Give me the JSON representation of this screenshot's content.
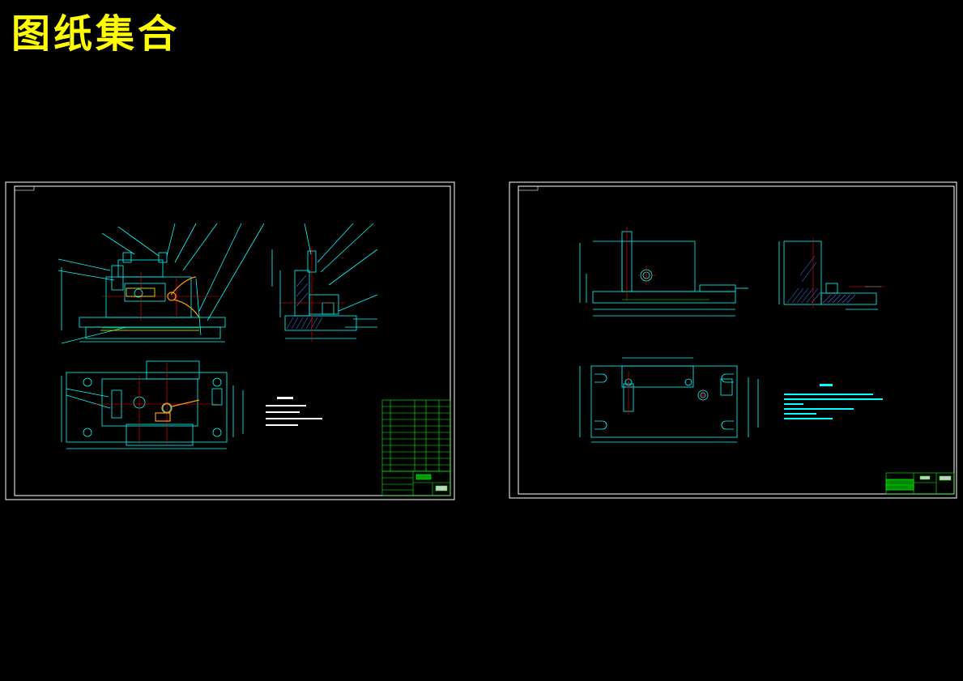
{
  "title": "图纸集合",
  "colors": {
    "background": "#000000",
    "title": "#ffff00",
    "frame": "#ffffff",
    "geometry": "#00ffff",
    "centerline": "#ff0000",
    "part_highlight": "#ff9900",
    "title_block": "#00ff00",
    "hatch": "#3a6fd8"
  },
  "sheets": [
    {
      "name": "assembly-drawing",
      "views": [
        "front-view",
        "side-view",
        "top-view"
      ],
      "has_parts_list": true,
      "has_notes": true
    },
    {
      "name": "part-drawing",
      "views": [
        "front-view",
        "side-view",
        "top-view"
      ],
      "has_parts_list": false,
      "has_notes": true
    }
  ]
}
